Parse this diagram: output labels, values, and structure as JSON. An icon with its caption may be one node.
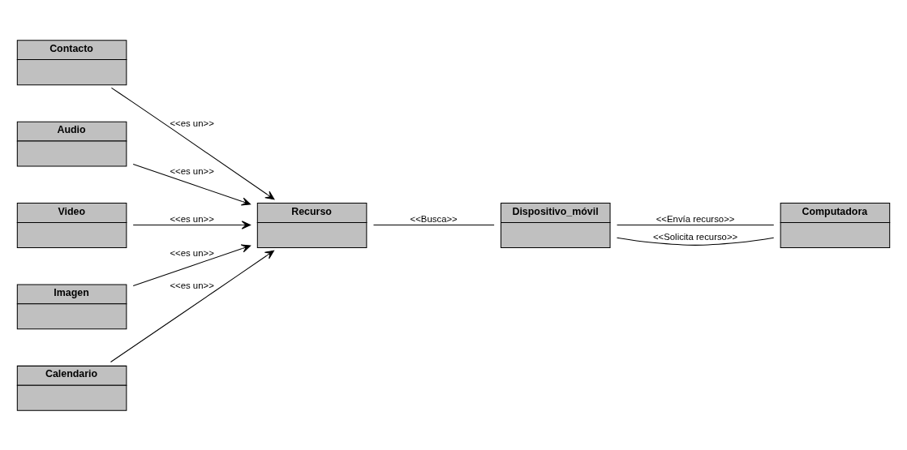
{
  "diagram": {
    "nodes": [
      {
        "text": [
          "Contacto"
        ]
      },
      {
        "text": [
          "Audio"
        ]
      },
      {
        "text": [
          "Recurso"
        ]
      },
      {
        "text": [
          "Dispositivo_móvil"
        ]
      },
      {
        "text": [
          "Video"
        ]
      },
      {
        "text": [
          "Imagen"
        ]
      },
      {
        "text": [
          "Computadora"
        ]
      },
      {
        "text": [
          "Calendario"
        ]
      }
    ],
    "edges": [
      {
        "from": 0,
        "to": 2,
        "arrow": "to",
        "label": "<<es un>>"
      },
      {
        "from": 1,
        "to": 2,
        "arrow": "to",
        "label": "<<es un>>"
      },
      {
        "from": 4,
        "to": 2,
        "arrow": "to",
        "label": "<<es un>>"
      },
      {
        "from": 5,
        "to": 2,
        "arrow": "to",
        "label": "<<es un>>"
      },
      {
        "from": 7,
        "to": 2,
        "arrow": "to",
        "label": "<<es un>>"
      },
      {
        "from": 2,
        "to": 3,
        "arrow": "none",
        "label": "<<Busca>>"
      },
      {
        "from": 3,
        "to": 6,
        "arrow": "none",
        "label": "<<Envía recurso>>"
      },
      {
        "from": 3,
        "to": 6,
        "arrow": "none",
        "label": "<<Solicita recurso>>"
      }
    ]
  }
}
